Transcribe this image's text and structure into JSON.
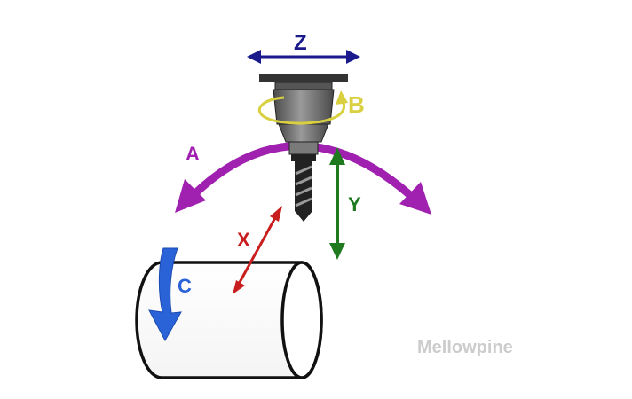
{
  "axes": {
    "z": {
      "label": "Z",
      "color": "#1a1a8c"
    },
    "b": {
      "label": "B",
      "color": "#d8d040"
    },
    "a": {
      "label": "A",
      "color": "#a020b0"
    },
    "y": {
      "label": "Y",
      "color": "#1f7a1f"
    },
    "x": {
      "label": "X",
      "color": "#c81e1e"
    },
    "c": {
      "label": "C",
      "color": "#2a62d8"
    }
  },
  "watermark": {
    "text": "Mellowpine",
    "color": "#cccccc"
  },
  "spindle": {
    "body_color": "#6f6f6f",
    "dark_color": "#333333"
  }
}
